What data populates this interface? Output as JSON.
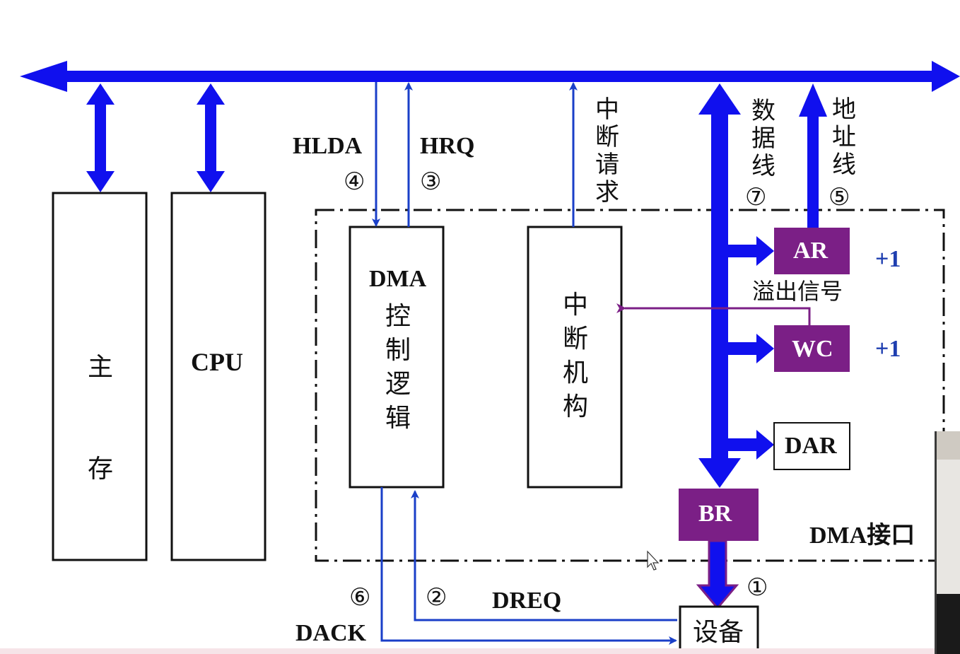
{
  "blocks": {
    "main_memory": "主\n存",
    "cpu": "CPU",
    "dma_control_title": "DMA",
    "dma_control_sub": "控制逻辑",
    "interrupt_mechanism": "中断机构",
    "device": "设备"
  },
  "signals": {
    "hlda": "HLDA",
    "hrq": "HRQ",
    "interrupt_request": "中断请求",
    "data_line": "数据线",
    "address_line": "地址线",
    "dreq": "DREQ",
    "dack": "DACK",
    "overflow_signal": "溢出信号"
  },
  "steps": {
    "s1": "①",
    "s2": "②",
    "s3": "③",
    "s4": "④",
    "s5": "⑤",
    "s6": "⑥",
    "s7": "⑦"
  },
  "registers": {
    "ar": "AR",
    "wc": "WC",
    "dar": "DAR",
    "br": "BR"
  },
  "increments": {
    "ar_inc": "+1",
    "wc_inc": "+1"
  },
  "interface_label": "DMA接口",
  "colors": {
    "bus_blue": "#1010ee",
    "signal_blue": "#1a3fc8",
    "register_purple": "#7b1f86",
    "overflow_purple": "#7b1f86"
  }
}
